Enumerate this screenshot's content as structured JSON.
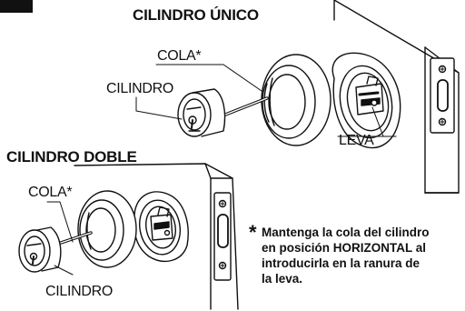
{
  "labels": {
    "single_title": "CILINDRO ÚNICO",
    "double_title": "CILINDRO DOBLE",
    "cola_top": "COLA*",
    "cilindro_top": "CILINDRO",
    "leva": "LEVA",
    "cola_bottom": "COLA*",
    "cilindro_bottom": "CILINDRO"
  },
  "note": {
    "star": "*",
    "lines": [
      "Mantenga la cola del cilindro",
      "en posición HORIZONTAL al",
      "introducirla en la ranura de",
      "la leva."
    ]
  },
  "colors": {
    "ink": "#111111",
    "background": "#ffffff"
  }
}
